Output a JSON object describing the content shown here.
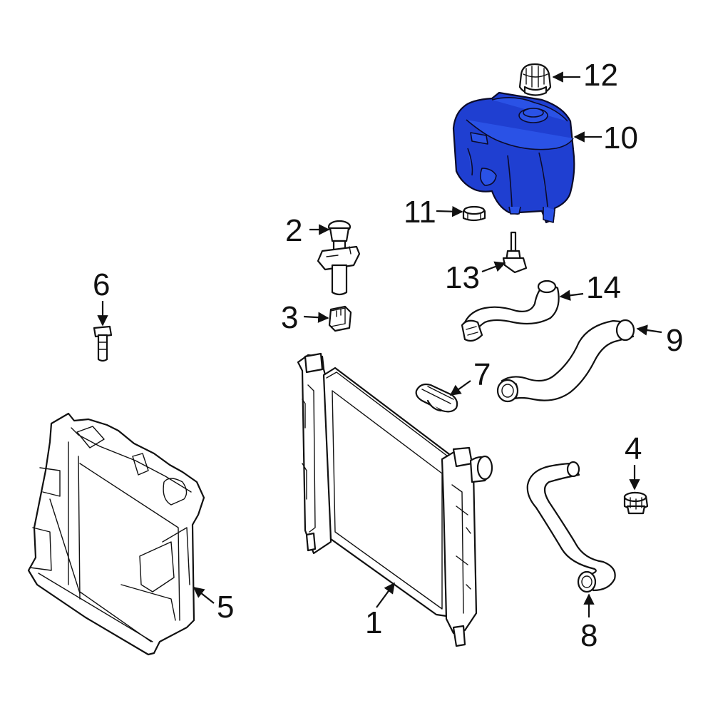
{
  "callouts": [
    {
      "id": "1",
      "label": "1"
    },
    {
      "id": "2",
      "label": "2"
    },
    {
      "id": "3",
      "label": "3"
    },
    {
      "id": "4",
      "label": "4"
    },
    {
      "id": "5",
      "label": "5"
    },
    {
      "id": "6",
      "label": "6"
    },
    {
      "id": "7",
      "label": "7"
    },
    {
      "id": "8",
      "label": "8"
    },
    {
      "id": "9",
      "label": "9"
    },
    {
      "id": "10",
      "label": "10"
    },
    {
      "id": "11",
      "label": "11"
    },
    {
      "id": "12",
      "label": "12"
    },
    {
      "id": "13",
      "label": "13"
    },
    {
      "id": "14",
      "label": "14"
    }
  ],
  "colors": {
    "highlight_part": "#1f3fd1",
    "line": "#111111",
    "background": "#ffffff"
  }
}
